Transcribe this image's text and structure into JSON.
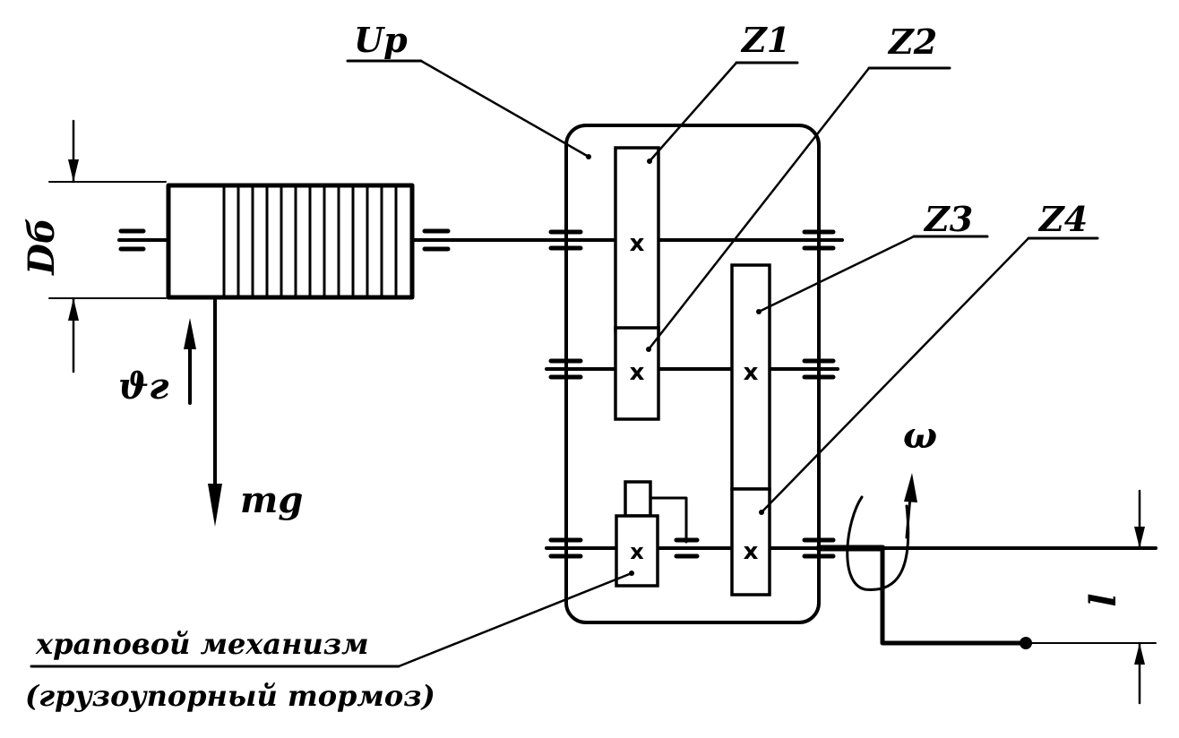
{
  "labels": {
    "u_p": "Uр",
    "z1": "Z1",
    "z2": "Z2",
    "z3": "Z3",
    "z4": "Z4",
    "d_b": "Dб",
    "v_g": "ϑг",
    "mg": "mg",
    "omega": "ω",
    "l": "l",
    "ratchet_line1": "храповой механизм",
    "ratchet_line2": "(грузоупорный тормоз)"
  },
  "gear_mark": "x",
  "colors": {
    "ink": "#000000",
    "paper": "#ffffff"
  }
}
